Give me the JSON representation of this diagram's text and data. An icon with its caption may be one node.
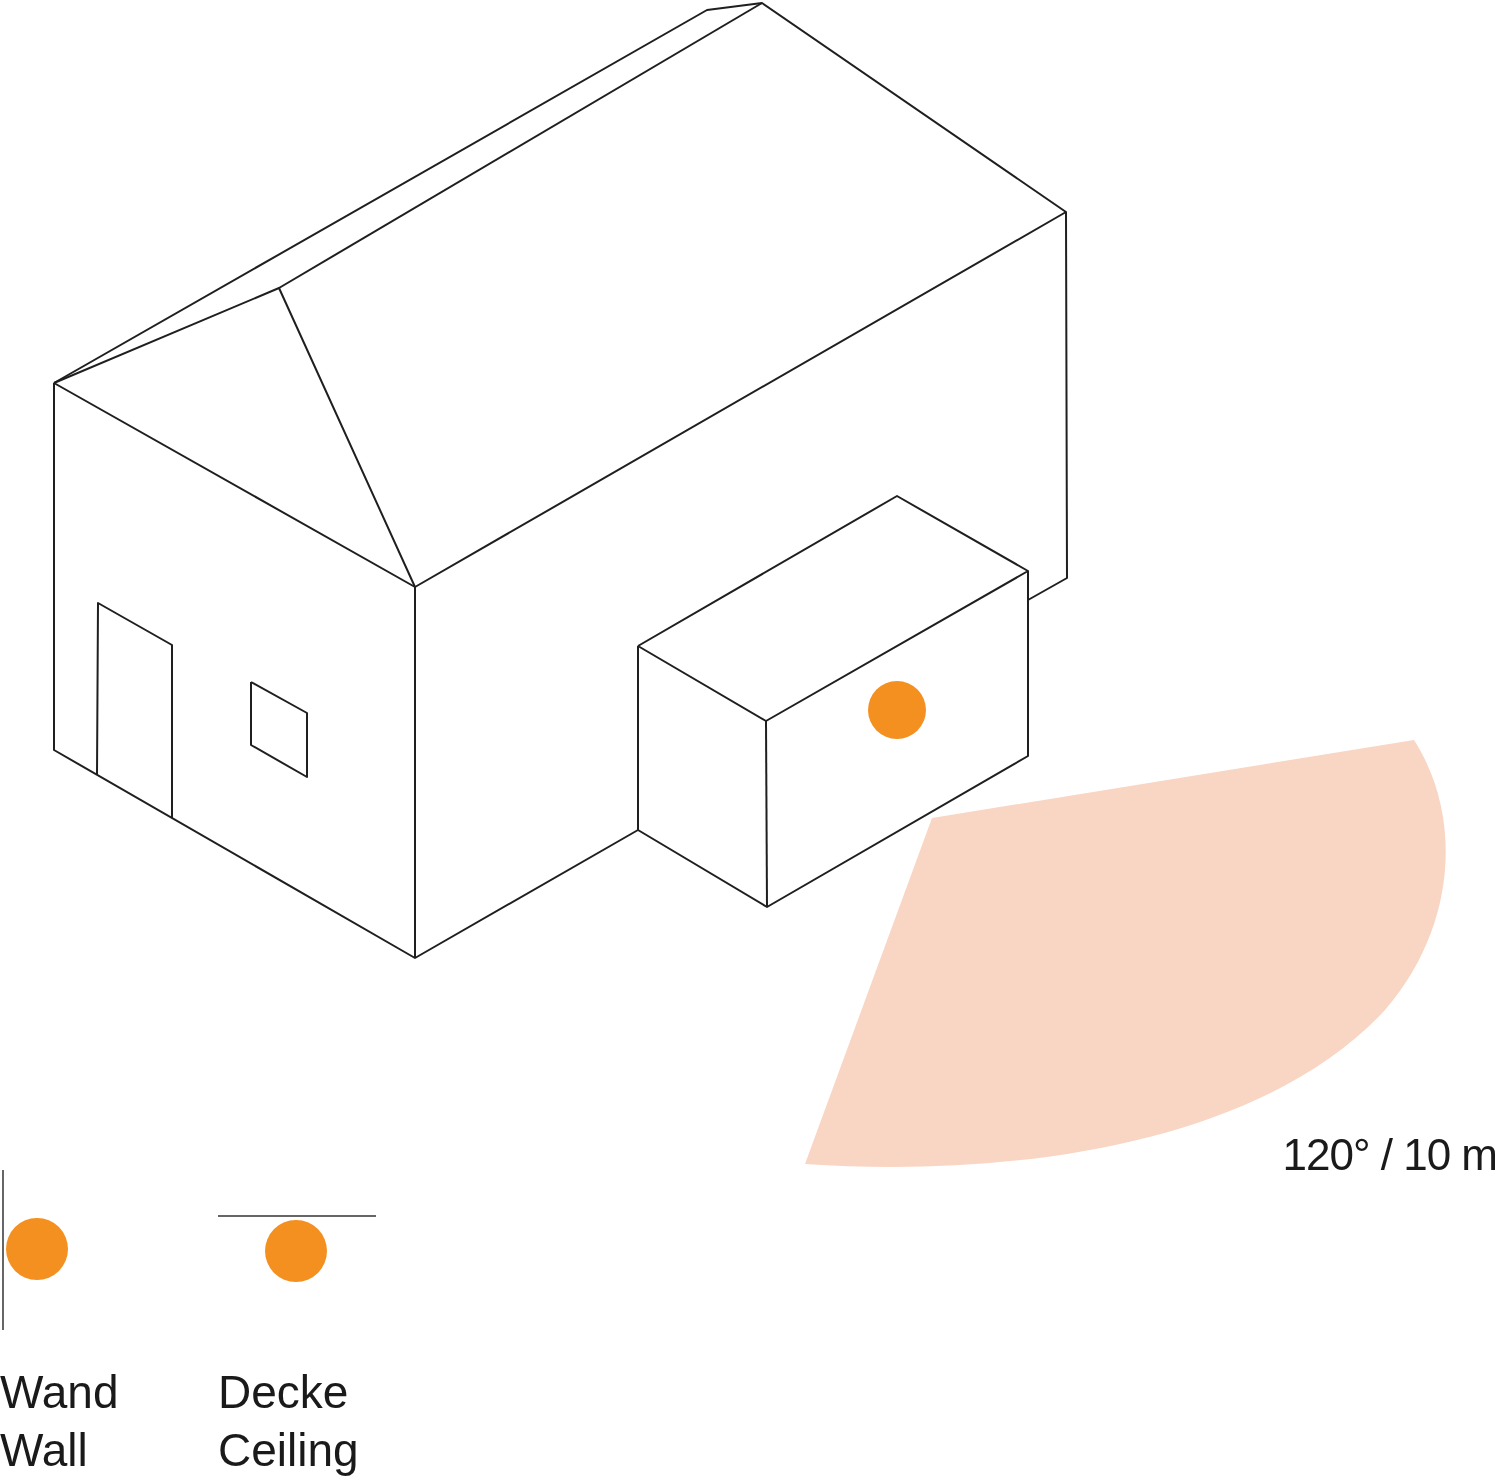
{
  "diagram": {
    "labels": [
      "120° / 10 m"
    ],
    "legend": [
      {
        "text": "Wand Wall"
      },
      {
        "text": "Decke Ceiling"
      }
    ]
  }
}
